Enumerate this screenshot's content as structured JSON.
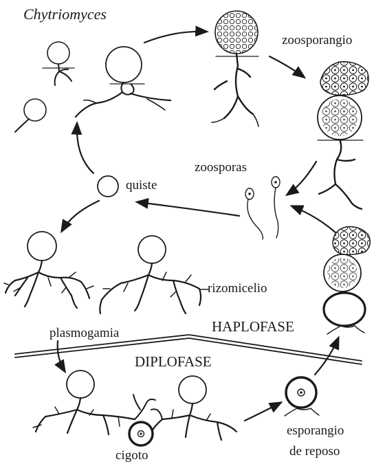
{
  "title": "Chytriomyces",
  "labels": {
    "zoosporangio": "zoosporangio",
    "zoosporas": "zoosporas",
    "quiste": "quiste",
    "rizomicelio": "rizomicelio",
    "plasmogamia": "plasmogamia",
    "haplofase": "HAPLOFASE",
    "diplofase": "DIPLOFASE",
    "cigoto": "cigoto",
    "esporangio_line1": "esporangio",
    "esporangio_line2": "de reposo"
  }
}
